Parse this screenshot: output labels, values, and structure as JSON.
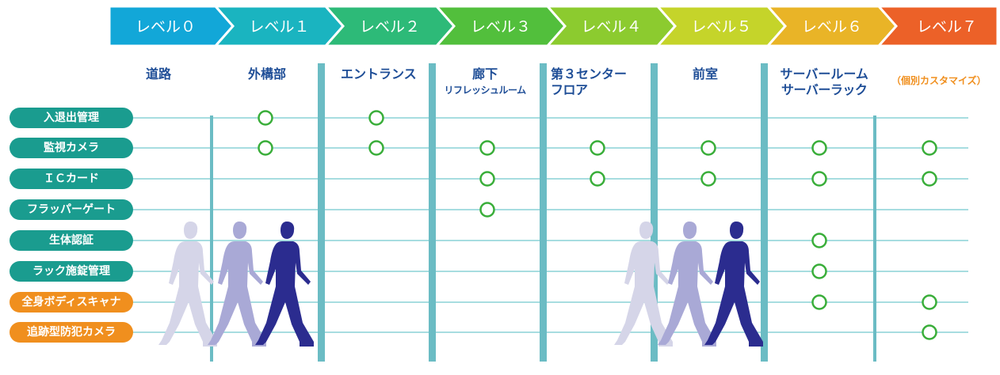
{
  "levels": [
    {
      "label": "レベル０",
      "color": "#12a7d8"
    },
    {
      "label": "レベル１",
      "color": "#1ab4c0"
    },
    {
      "label": "レベル２",
      "color": "#2dba78"
    },
    {
      "label": "レベル３",
      "color": "#52bf3c"
    },
    {
      "label": "レベル４",
      "color": "#8ccb2f"
    },
    {
      "label": "レベル５",
      "color": "#c5d42a"
    },
    {
      "label": "レベル６",
      "color": "#e9b427"
    },
    {
      "label": "レベル７",
      "color": "#ec6128"
    }
  ],
  "zones": [
    {
      "line1": "道路",
      "line2": ""
    },
    {
      "line1": "外構部",
      "line2": ""
    },
    {
      "line1": "エントランス",
      "line2": ""
    },
    {
      "line1": "廊下",
      "line2": "リフレッシュルーム"
    },
    {
      "line1": "第３センター",
      "line2": "フロア"
    },
    {
      "line1": "前室",
      "line2": ""
    },
    {
      "line1": "サーバールーム",
      "line2": "サーバーラック"
    },
    {
      "line1": "（個別カスタマイズ）",
      "line2": ""
    }
  ],
  "rows": [
    {
      "label": "入退出管理",
      "style": "teal",
      "marks": [
        1,
        2
      ]
    },
    {
      "label": "監視カメラ",
      "style": "teal",
      "marks": [
        1,
        2,
        3,
        4,
        5,
        6,
        7
      ]
    },
    {
      "label": "ＩＣカード",
      "style": "teal",
      "marks": [
        3,
        4,
        5,
        6,
        7
      ]
    },
    {
      "label": "フラッパーゲート",
      "style": "teal",
      "marks": [
        3
      ]
    },
    {
      "label": "生体認証",
      "style": "teal",
      "marks": [
        6
      ]
    },
    {
      "label": "ラック施錠管理",
      "style": "teal",
      "marks": [
        6
      ]
    },
    {
      "label": "全身ボディスキャナ",
      "style": "orange",
      "marks": [
        6,
        7
      ]
    },
    {
      "label": "追跡型防犯カメラ",
      "style": "orange",
      "marks": [
        7
      ]
    }
  ],
  "colors": {
    "teal": "#1a9c8f",
    "orange": "#f08f1e",
    "zone_text": "#1f4e97",
    "divider": "#6bbcc4",
    "row_line": "#a7dde0",
    "mark": "#3aae3a",
    "figure_dark": "#2b2c8f",
    "figure_mid": "#a9a9d6",
    "figure_light": "#d5d5e8"
  },
  "icons": {
    "figures": "walking-person-silhouettes",
    "mark": "circle-mark"
  }
}
